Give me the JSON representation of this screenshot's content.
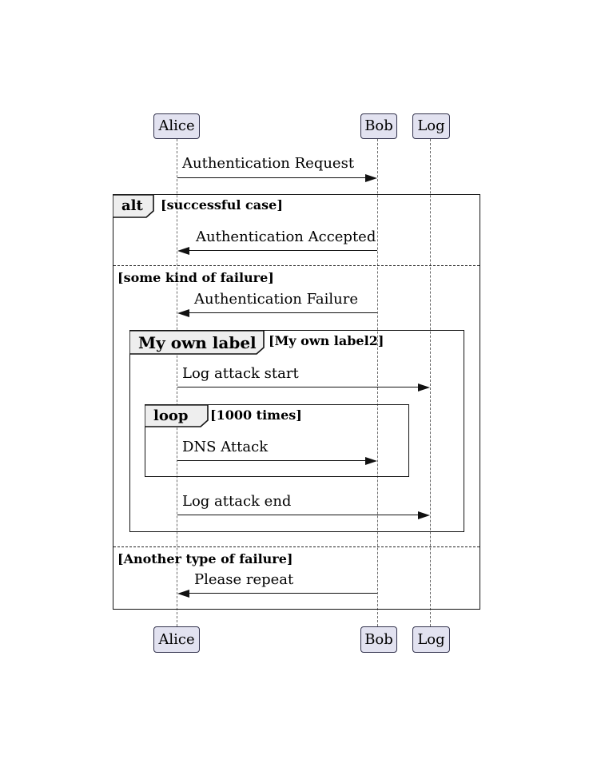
{
  "diagram": {
    "type": "uml-sequence-diagram",
    "participants": [
      {
        "name": "Alice"
      },
      {
        "name": "Bob"
      },
      {
        "name": "Log"
      }
    ],
    "messages": {
      "auth_request": {
        "text": "Authentication Request",
        "from": "Alice",
        "to": "Bob"
      },
      "auth_accepted": {
        "text": "Authentication Accepted",
        "from": "Bob",
        "to": "Alice"
      },
      "auth_failure": {
        "text": "Authentication Failure",
        "from": "Bob",
        "to": "Alice"
      },
      "log_attack_start": {
        "text": "Log attack start",
        "from": "Alice",
        "to": "Log"
      },
      "dns_attack": {
        "text": "DNS Attack",
        "from": "Alice",
        "to": "Bob"
      },
      "log_attack_end": {
        "text": "Log attack end",
        "from": "Alice",
        "to": "Log"
      },
      "please_repeat": {
        "text": "Please repeat",
        "from": "Bob",
        "to": "Alice"
      }
    },
    "frames": {
      "alt": {
        "label": "alt",
        "guard": "[successful case]"
      },
      "group": {
        "label": "My own label",
        "guard": "[My own label2]"
      },
      "loop": {
        "label": "loop",
        "guard": "[1000 times]"
      },
      "divider_failure": "[some kind of failure]",
      "divider_another": "[Another type of failure]"
    },
    "colors": {
      "participant_fill": "#E2E2F0",
      "participant_border": "#33334d",
      "frame_border": "#121212",
      "label_fill": "#EEEEEE",
      "lifeline": "#6b6b6b",
      "arrow": "#111111"
    }
  }
}
